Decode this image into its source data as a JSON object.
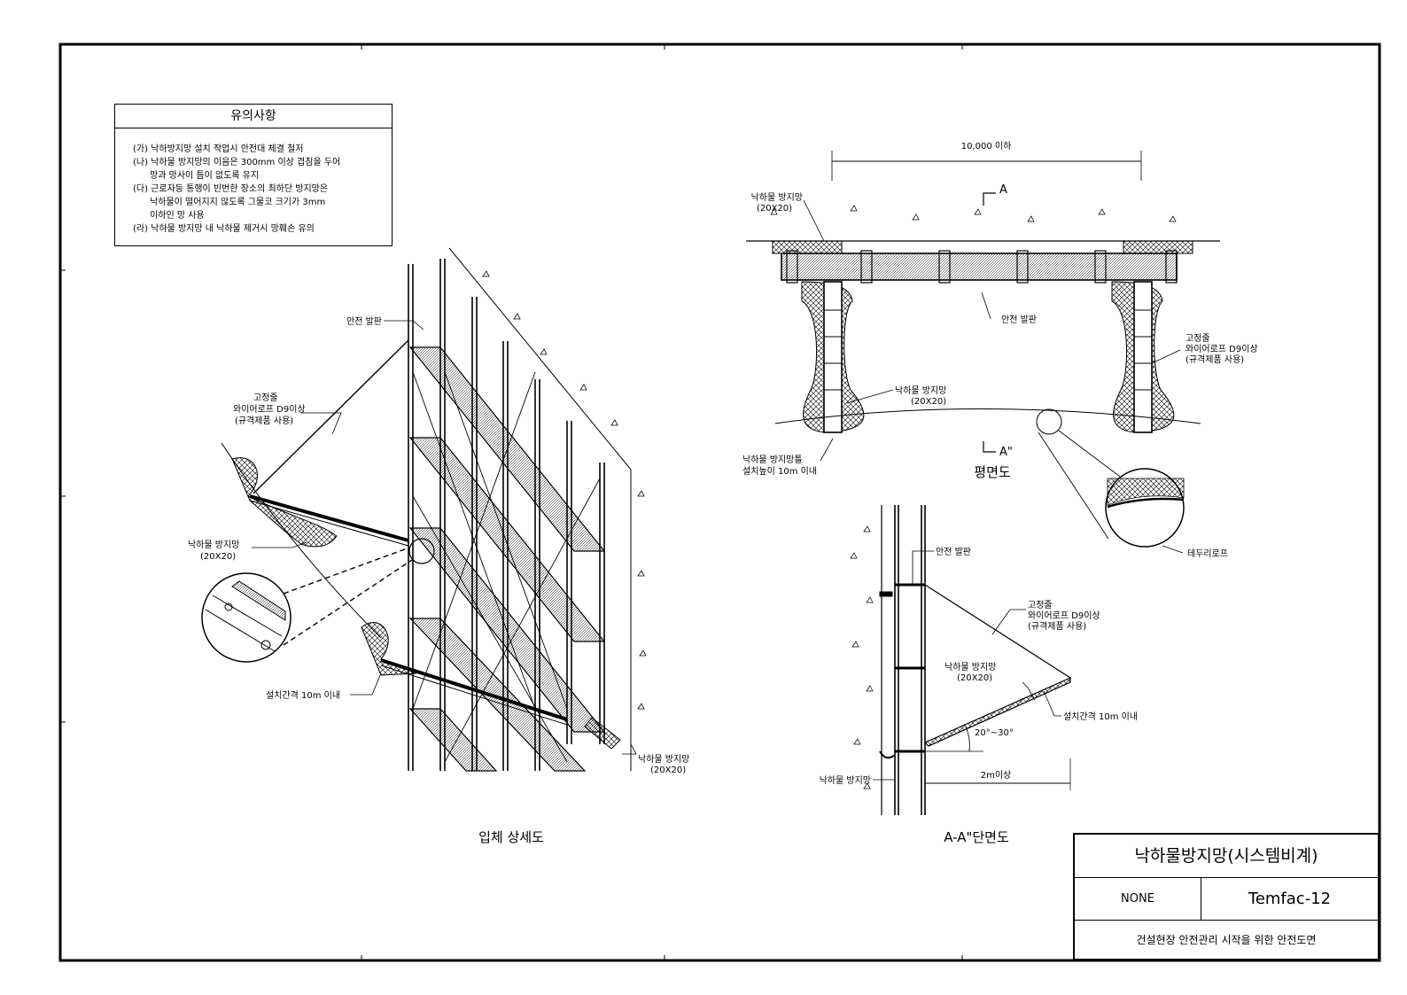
{
  "notes": {
    "title": "유의사항",
    "items": [
      "(가) 낙하방지망 설치 작업시 안전대 체결 철저",
      "(나) 낙하물 방지망의 이음은 300mm 이상 겹침을 두어",
      "      망과 망사이 틈이 없도록 유지",
      "(다) 근로자등 통행이 빈번한 장소의 최하단 방지망은",
      "      낙하물이 떨어지지 않도록 그물코 크기가 3mm",
      "      이하인 망 사용",
      "(라) 낙하물 방지망 내 낙하물 제거시 망훼손 유의"
    ]
  },
  "iso": {
    "caption": "입체 상세도",
    "label_deck": "안전 발판",
    "label_rope_1": "고정줄",
    "label_rope_2": "와이어로프 D9이상",
    "label_rope_3": "(규격제품 사용)",
    "label_net_1": "낙하물 방지망",
    "label_net_2": "(20X20)",
    "label_spacing": "설치간격 10m 이내",
    "label_net_low_1": "낙하물 방지망",
    "label_net_low_2": "(20X20)"
  },
  "plan": {
    "caption": "평면도",
    "dim": "10,000 이하",
    "cut_a": "A",
    "cut_a2": "A\"",
    "label_net_1": "낙하물 방지망",
    "label_net_2": "(20X20)",
    "label_deck": "안전 발판",
    "label_rope_1": "고정줄",
    "label_rope_2": "와이어로프 D9이상",
    "label_rope_3": "(규격제품 사용)",
    "label_net_mid_1": "낙하물 방지망",
    "label_net_mid_2": "(20X20)",
    "label_height_1": "낙하물 방지망틀",
    "label_height_2": "설치높이 10m 이내",
    "label_edge_rope": "테두리로프"
  },
  "section": {
    "caption": "A-A\"단면도",
    "label_deck": "안전 발판",
    "label_rope_1": "고정줄",
    "label_rope_2": "와이어로프 D9이상",
    "label_rope_3": "(규격제품 사용)",
    "label_net_1": "낙하물 방지망",
    "label_net_2": "(20X20)",
    "label_spacing": "설치간격 10m 이내",
    "label_angle": "20°~30°",
    "label_dim": "2m이상",
    "label_net_bottom": "낙하물 방지망"
  },
  "titleblock": {
    "title": "낙하물방지망(시스템비계)",
    "scale": "NONE",
    "code": "Temfac-12",
    "subtitle": "건설현장 안전관리 시작을 위한 안전도면"
  }
}
